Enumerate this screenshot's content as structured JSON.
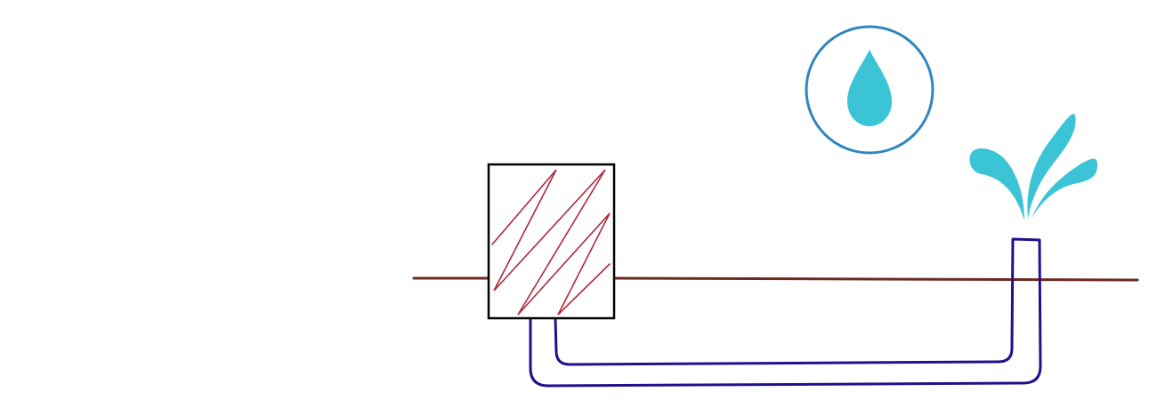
{
  "diagram": {
    "kind": "illustration",
    "elements": [
      "ground-line",
      "hatched-box",
      "u-pipe",
      "water-drop-badge",
      "water-spray"
    ]
  },
  "colors": {
    "background": "#ffffff",
    "ground": "#6b2a22",
    "box_stroke": "#000000",
    "box_hatch": "#b0273e",
    "pipe": "#1e128c",
    "badge_ring": "#2f85c1",
    "water": "#3bc3d6"
  },
  "icons": {
    "badge": "water-drop-icon",
    "spray": "water-spray-icon"
  }
}
